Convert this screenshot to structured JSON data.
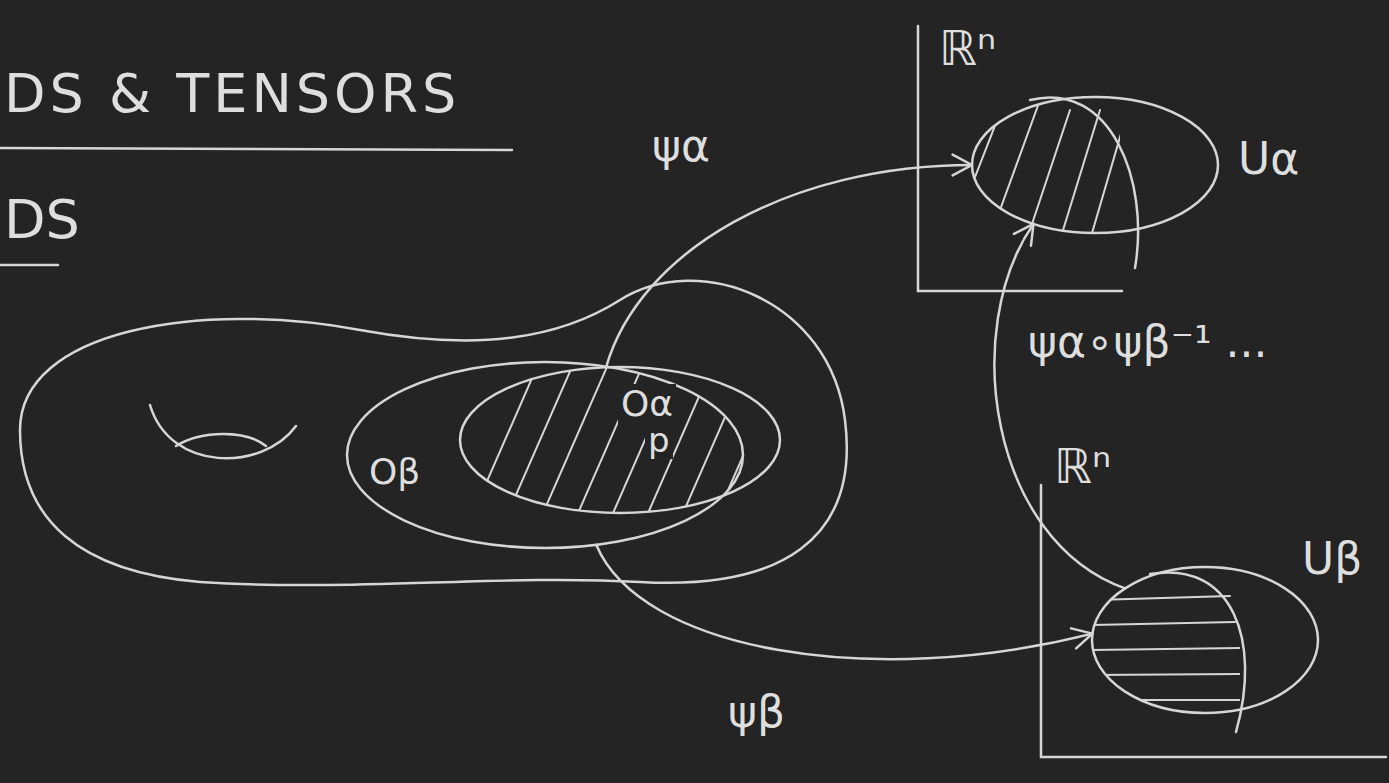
{
  "diagram": {
    "title": "DS & TENSORS",
    "nodes": [
      {
        "text": [
          "ℝⁿ"
        ]
      },
      {
        "text": [
          "Uα"
        ],
        "in": 0
      },
      {
        "text": [
          "Oβ"
        ]
      },
      {
        "text": [
          "Oα"
        ]
      },
      {
        "text": [
          "ℝⁿ"
        ]
      },
      {
        "text": [
          "Uβ"
        ],
        "in": 4
      }
    ],
    "edges": [
      {
        "from": 3,
        "to": 1,
        "label": "ψα",
        "arrow": "to"
      },
      {
        "from": 2,
        "to": 5,
        "label": "ψβ",
        "arrow": "to"
      },
      {
        "from": 5,
        "to": 1,
        "label": "ψα∘ψβ⁻¹ ...",
        "arrow": "to"
      }
    ],
    "labels": [
      "DS",
      "p"
    ]
  }
}
